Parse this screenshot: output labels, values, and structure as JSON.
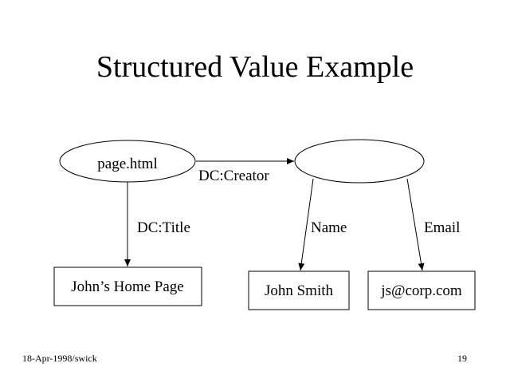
{
  "slide": {
    "title": "Structured Value Example",
    "footer_left": "18-Apr-1998/swick",
    "page_number": "19"
  },
  "diagram": {
    "nodes": {
      "page": "page.html",
      "creator": "",
      "title_value": "John’s Home Page",
      "name_value": "John Smith",
      "email_value": "js@corp.com"
    },
    "edges": {
      "creator": "DC:Creator",
      "title": "DC:Title",
      "name": "Name",
      "email": "Email"
    }
  }
}
